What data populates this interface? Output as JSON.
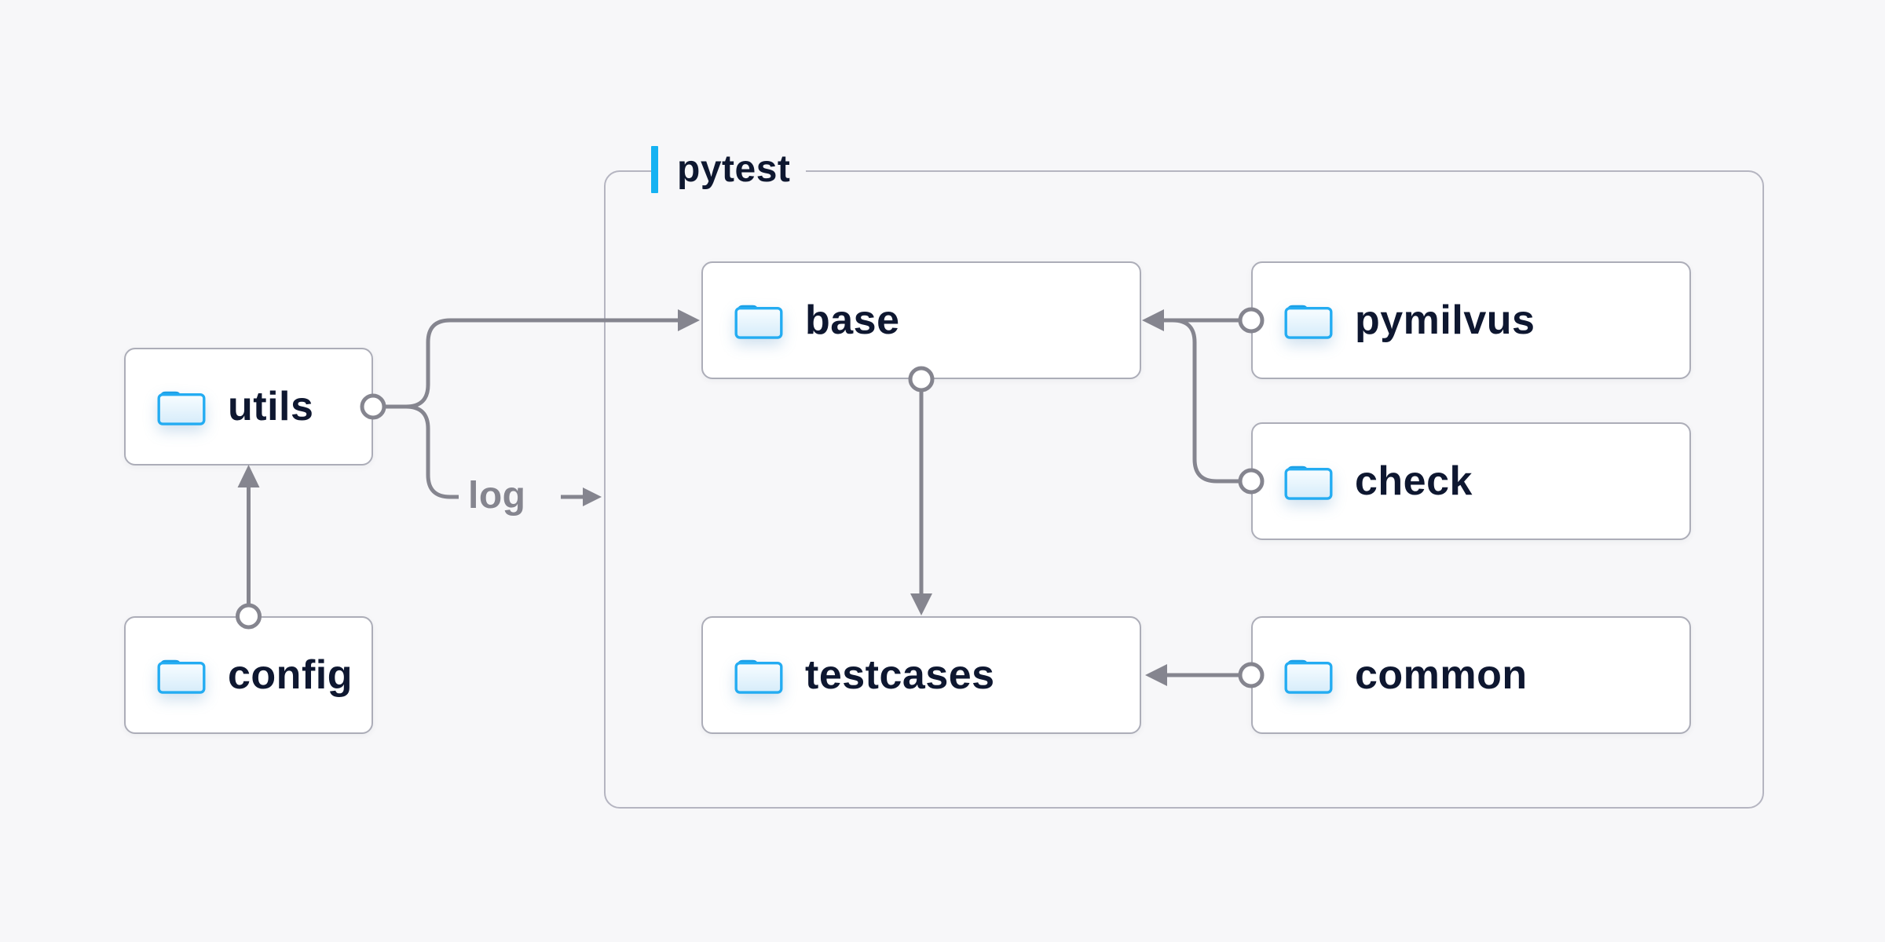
{
  "diagram": {
    "type": "module-dependency-diagram",
    "background_color": "#f7f7f9"
  },
  "container": {
    "label": "pytest",
    "accent_bar_color": "#16b2f2",
    "border_color": "#b5b5c1"
  },
  "nodes": {
    "utils": {
      "label": "utils",
      "icon": "folder-icon",
      "inside_container": false
    },
    "config": {
      "label": "config",
      "icon": "folder-icon",
      "inside_container": false
    },
    "base": {
      "label": "base",
      "icon": "folder-icon",
      "inside_container": true
    },
    "pymilvus": {
      "label": "pymilvus",
      "icon": "folder-icon",
      "inside_container": true
    },
    "check": {
      "label": "check",
      "icon": "folder-icon",
      "inside_container": true
    },
    "testcases": {
      "label": "testcases",
      "icon": "folder-icon",
      "inside_container": true
    },
    "common": {
      "label": "common",
      "icon": "folder-icon",
      "inside_container": true
    }
  },
  "edges": [
    {
      "from": "config",
      "to": "utils",
      "label": ""
    },
    {
      "from": "utils",
      "to": "base",
      "label": ""
    },
    {
      "from": "utils",
      "to": "pytest",
      "label": "log"
    },
    {
      "from": "pymilvus",
      "to": "base",
      "label": ""
    },
    {
      "from": "check",
      "to": "base",
      "label": ""
    },
    {
      "from": "base",
      "to": "testcases",
      "label": ""
    },
    {
      "from": "common",
      "to": "testcases",
      "label": ""
    }
  ],
  "colors": {
    "background": "#f7f7f9",
    "node_fill": "#ffffff",
    "node_border": "#acadb8",
    "node_text": "#0e1730",
    "connector": "#85858f",
    "edge_label_text": "#85858f",
    "accent_blue": "#16b2f2",
    "folder_outline": "#23acf2",
    "folder_tab": "#1b9fe6",
    "folder_fill_light": "#d6ecfa"
  }
}
